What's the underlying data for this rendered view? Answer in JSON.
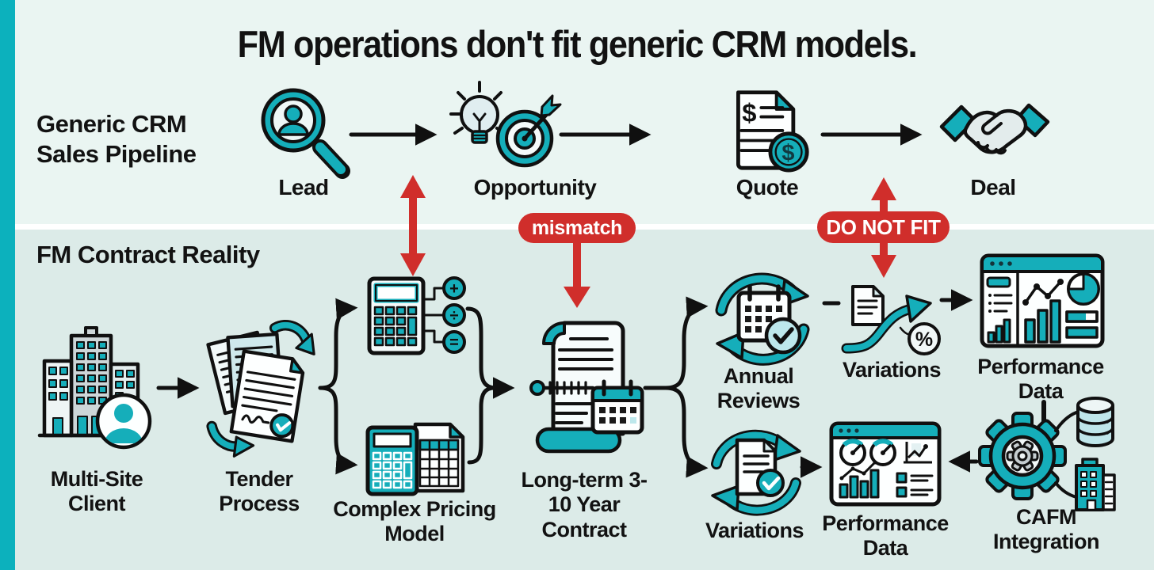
{
  "title": "FM operations don't fit generic CRM models.",
  "sections": {
    "top_label": "Generic CRM Sales Pipeline",
    "bottom_label": "FM Contract Reality"
  },
  "pipeline": {
    "lead": "Lead",
    "opportunity": "Opportunity",
    "quote": "Quote",
    "deal": "Deal"
  },
  "badges": {
    "mismatch": "mismatch",
    "do_not_fit": "DO NOT FIT"
  },
  "fm": {
    "multi_site": "Multi-Site Client",
    "tender": "Tender Process",
    "pricing": "Complex Pricing Model",
    "contract": "Long-term 3-10 Year Contract",
    "annual": "Annual Reviews",
    "variations_top": "Variations",
    "performance_top": "Performance Data",
    "variations_bottom": "Variations",
    "performance_bottom": "Performance Data",
    "cafm": "CAFM Integration"
  },
  "icon_glyphs": {
    "quote_dollar": "$",
    "coin_dollar": "$",
    "percent": "%",
    "calc_ops": [
      "+",
      "÷",
      "="
    ]
  },
  "colors": {
    "teal": "#15aeba",
    "red": "#d02e2b",
    "background_top": "#eaf5f2",
    "background_bottom": "#dcebe8",
    "ink": "#121212",
    "badge_text": "#ffffff"
  }
}
